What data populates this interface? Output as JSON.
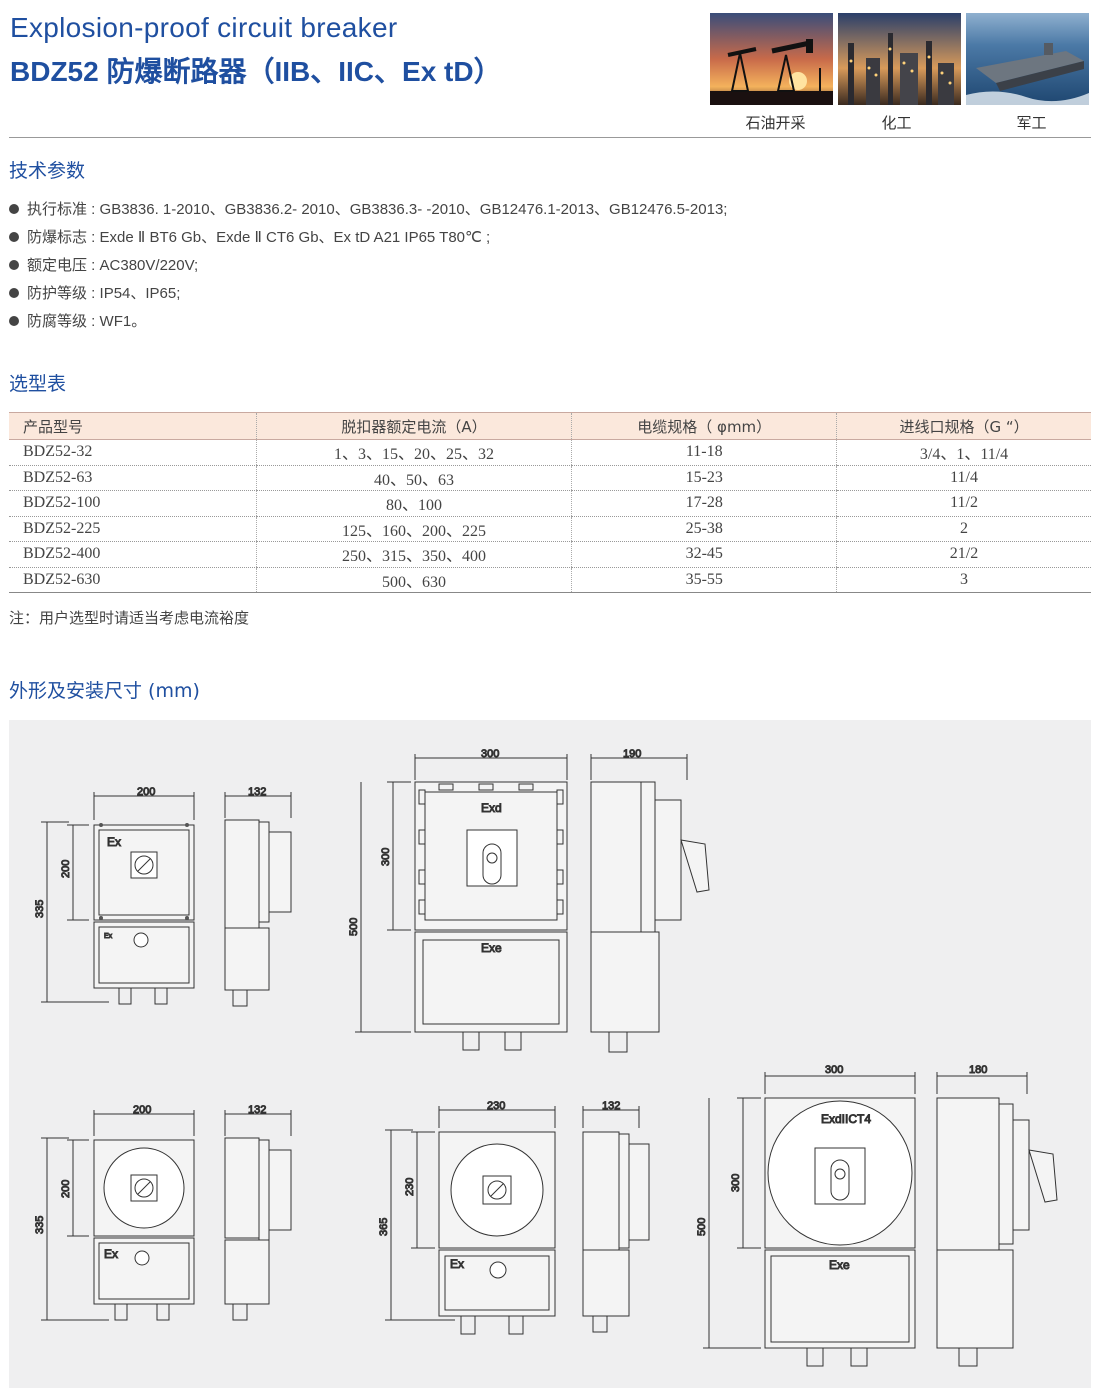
{
  "header": {
    "title_en": "Explosion-proof circuit breaker",
    "title_cn": "BDZ52 防爆断路器（IIB、IIC、Ex tD）"
  },
  "photos": [
    {
      "caption": "石油开采",
      "icon": "oil-pump-sunset-photo"
    },
    {
      "caption": "化工",
      "icon": "chemical-plant-photo"
    },
    {
      "caption": "军工",
      "icon": "aircraft-carrier-photo"
    }
  ],
  "tech": {
    "heading": "技术参数",
    "items": [
      {
        "label": "执行标准",
        "value": "GB3836. 1-2010、GB3836.2- 2010、GB3836.3- -2010、GB12476.1-2013、GB12476.5-2013;"
      },
      {
        "label": "防爆标志",
        "value": "Exde Ⅱ BT6 Gb、Exde Ⅱ CT6 Gb、Ex tD A21 IP65 T80℃ ;"
      },
      {
        "label": "额定电压",
        "value": "AC380V/220V;"
      },
      {
        "label": "防护等级",
        "value": "IP54、IP65;"
      },
      {
        "label": "防腐等级",
        "value": "WF1。"
      }
    ]
  },
  "selection": {
    "heading": "选型表",
    "columns": [
      "产品型号",
      "脱扣器额定电流（A）",
      "电缆规格（ φmm）",
      "进线口规格（G “）"
    ],
    "rows": [
      [
        "BDZ52-32",
        "1、3、15、20、25、32",
        "11-18",
        "3/4、1、11/4"
      ],
      [
        "BDZ52-63",
        "40、50、63",
        "15-23",
        "11/4"
      ],
      [
        "BDZ52-100",
        "80、100",
        "17-28",
        "11/2"
      ],
      [
        "BDZ52-225",
        "125、160、200、225",
        "25-38",
        "2"
      ],
      [
        "BDZ52-400",
        "250、315、350、400",
        "32-45",
        "21/2"
      ],
      [
        "BDZ52-630",
        "500、630",
        "35-55",
        "3"
      ]
    ],
    "note": "注：用户选型时请适当考虑电流裕度"
  },
  "dimensions": {
    "heading": "外形及安装尺寸 (mm)",
    "d1": {
      "w": "200",
      "d": "132",
      "h_top": "200",
      "h": "335",
      "lbl_top": "Ex",
      "lbl_bot": "Ex"
    },
    "d2": {
      "w": "300",
      "d": "190",
      "h_top": "300",
      "h": "500",
      "lbl_top": "Exd",
      "lbl_bot": "Exe"
    },
    "d3": {
      "w": "200",
      "d": "132",
      "h_top": "200",
      "h": "335",
      "lbl_bot": "Ex"
    },
    "d4": {
      "w": "230",
      "d": "132",
      "h_top": "230",
      "h": "365",
      "lbl_bot": "Ex"
    },
    "d5": {
      "w": "300",
      "d": "180",
      "h_top": "300",
      "h": "500",
      "lbl_top": "ExdIICT4",
      "lbl_bot": "Exe"
    }
  },
  "colors": {
    "accent": "#1f4fa0",
    "table_header_bg": "#fbe8dc",
    "drawing_bg": "#efeff0"
  }
}
